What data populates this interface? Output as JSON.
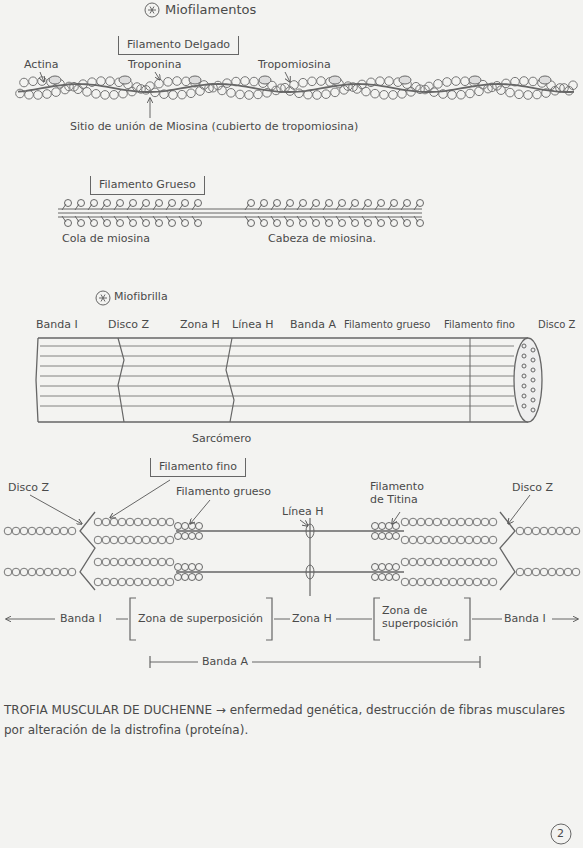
{
  "diagram": {
    "title": "Miofilamentos",
    "nodes": [
      {
        "text": [
          "Filamento Delgado"
        ]
      },
      {
        "text": [
          "Filamento Grueso"
        ]
      },
      {
        "text": [
          "Filamento fino"
        ]
      }
    ],
    "labels": [
      "Actina",
      "Troponina",
      "Tropomiosina",
      "Sitio de unión de Miosina (cubierto de tropomiosina)",
      "Cola de miosina",
      "Cabeza de miosina.",
      "Miofibrilla",
      "Banda I",
      "Disco Z",
      "Zona H",
      "Línea H",
      "Banda A",
      "Filamento grueso",
      "Filamento fino",
      "Disco Z",
      "Sarcómero",
      "Disco Z",
      "Filamento grueso",
      "Línea H",
      "Filamento de Titina",
      "Disco Z",
      "Banda I",
      "Zona de superposición",
      "Zona H",
      "Zona de superposición",
      "Banda I",
      "Banda A",
      "TROFIA MUSCULAR DE DUCHENNE → enfermedad genética, destrucción de fibras musculares por alteración de la distrofina (proteína).",
      "2"
    ]
  }
}
